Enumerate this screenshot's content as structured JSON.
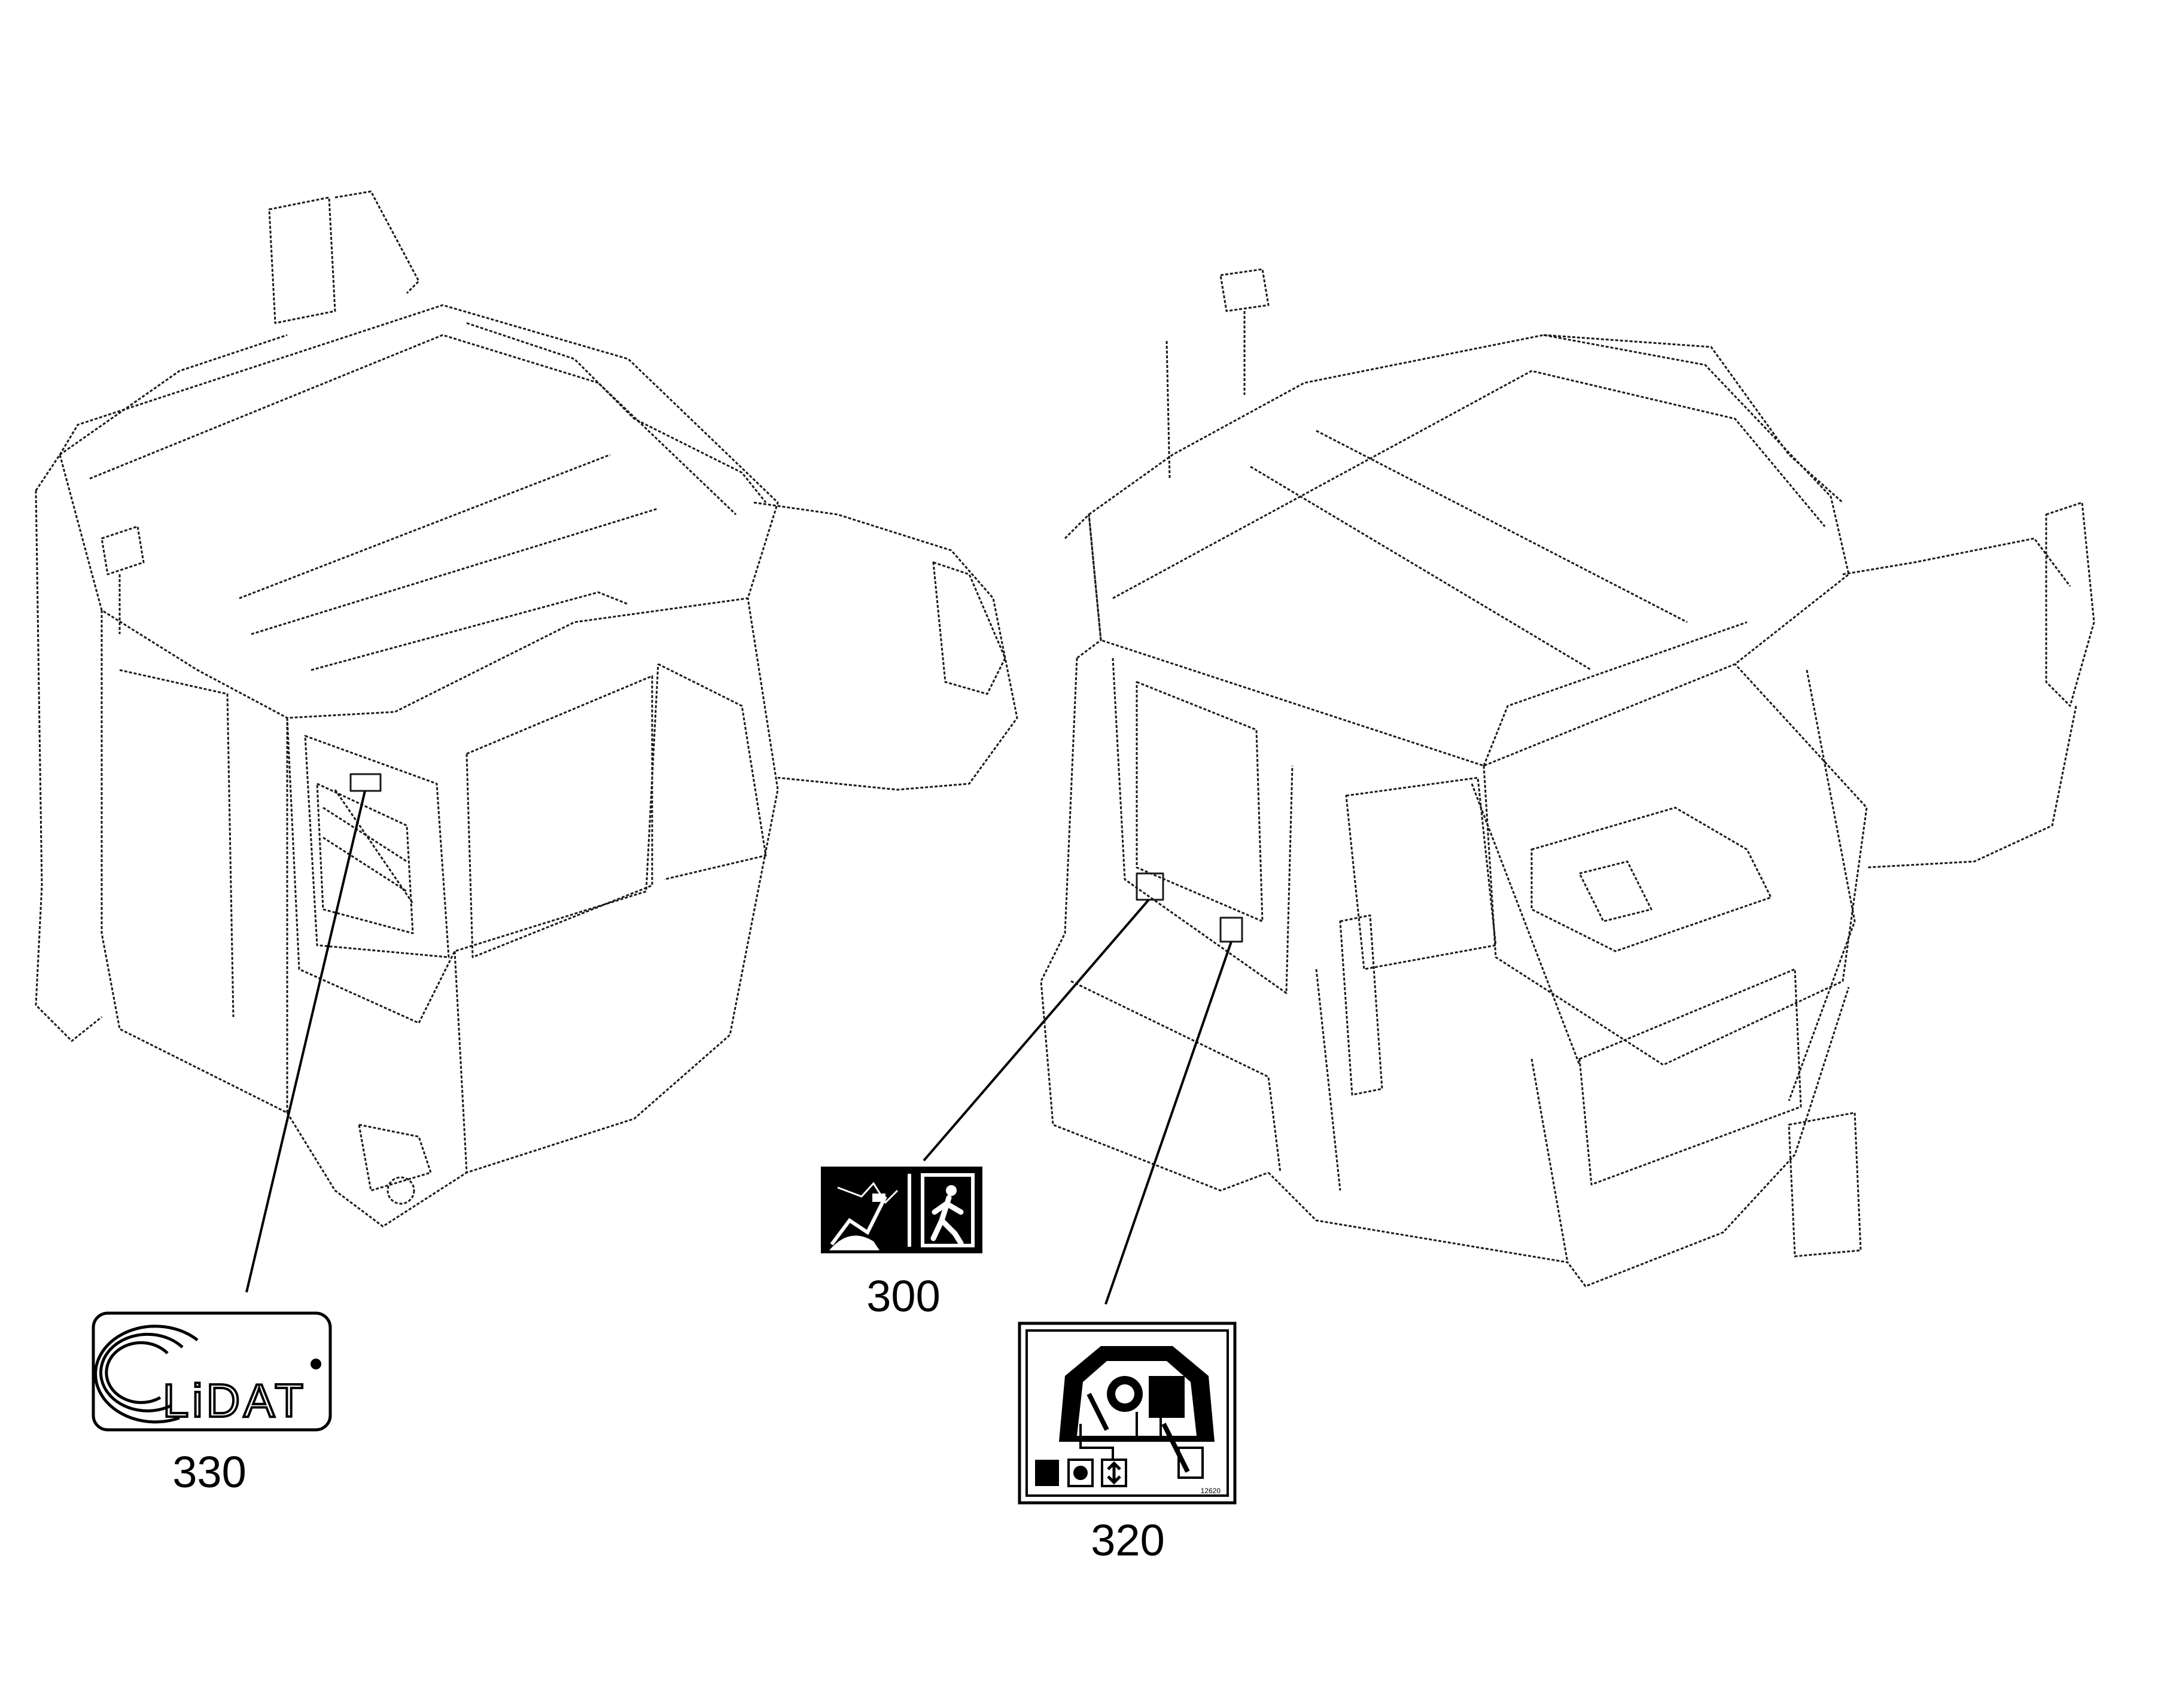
{
  "colors": {
    "line": "#000000",
    "background": "#ffffff"
  },
  "callouts": [
    {
      "id": "300",
      "label": "300",
      "icon": "emergency-exit-decal-icon"
    },
    {
      "id": "320",
      "label": "320",
      "icon": "control-layout-decal-icon"
    },
    {
      "id": "330",
      "label": "330",
      "icon": "lidat-logo-decal-icon"
    }
  ],
  "decals": {
    "lidat_logo_text": "LiDAT",
    "control_decal_code": "12620"
  }
}
